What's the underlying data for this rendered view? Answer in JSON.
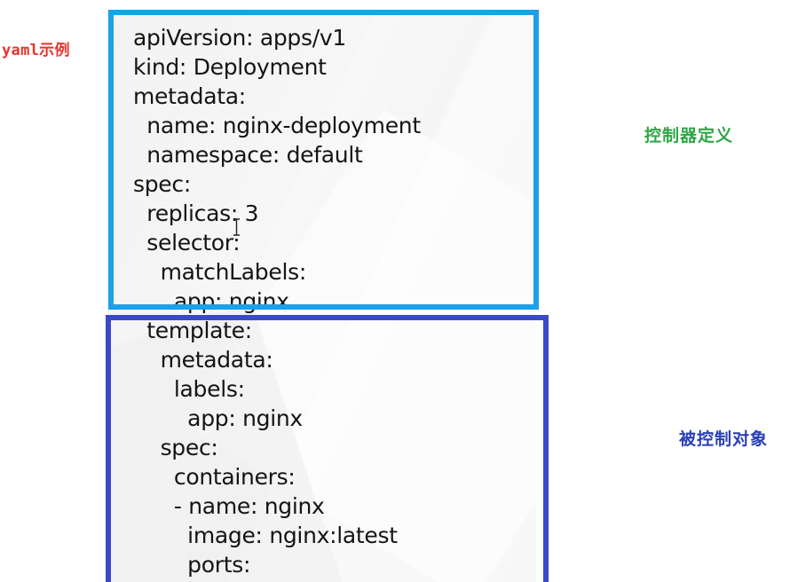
{
  "annotations": {
    "yaml_example": "yaml示例",
    "controller_definition": "控制器定义",
    "controlled_object": "被控制对象"
  },
  "code": {
    "lines": [
      "apiVersion: apps/v1",
      "kind: Deployment",
      "metadata:",
      "  name: nginx-deployment",
      "  namespace: default",
      "spec:",
      "  replicas: 3",
      "  selector:",
      "    matchLabels:",
      "      app: nginx",
      "  template:",
      "    metadata:",
      "      labels:",
      "        app: nginx",
      "    spec:",
      "      containers:",
      "      - name: nginx",
      "        image: nginx:latest",
      "        ports:"
    ]
  },
  "colors": {
    "controller_box": "#1ca0e8",
    "controlled_box": "#3a49c8",
    "yaml_label": "#e8332a",
    "controller_label": "#2ea646",
    "controlled_label": "#2a3fb8"
  },
  "icons": {
    "cursor": "text-ibeam-cursor"
  }
}
